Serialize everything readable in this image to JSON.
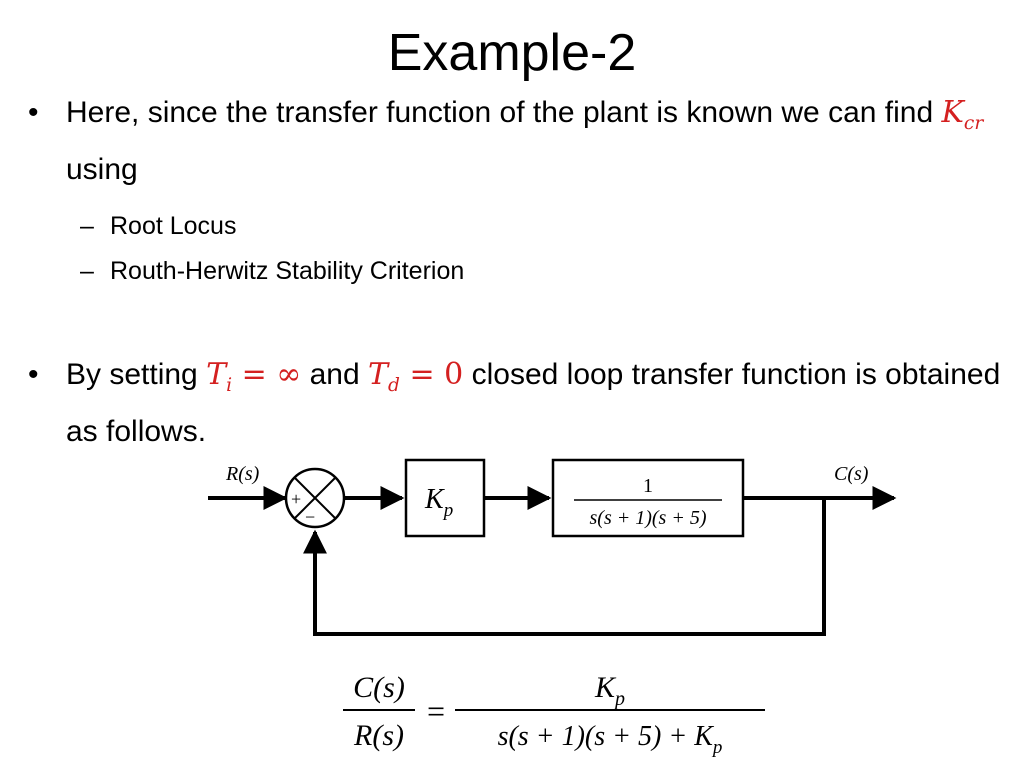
{
  "slide": {
    "title": "Example-2",
    "bullet1": {
      "text_before": "Here, since the transfer function of the plant is known we can find",
      "math_var": "K",
      "math_sub": "cr",
      "text_after": "using"
    },
    "sub_items": [
      "Root Locus",
      "Routh-Herwitz Stability Criterion"
    ],
    "bullet2": {
      "text_a": "By setting",
      "ti_var": "T",
      "ti_sub": "i",
      "ti_val": "= ∞",
      "text_b": "and",
      "td_var": "T",
      "td_sub": "d",
      "td_val": "= 0",
      "text_c": "closed loop transfer function is obtained as follows."
    }
  },
  "diagram": {
    "input_label": "R(s)",
    "output_label": "C(s)",
    "plus_sign": "+",
    "minus_sign": "−",
    "gain_var": "K",
    "gain_sub": "p",
    "plant_numerator": "1",
    "plant_denominator": "s(s + 1)(s + 5)"
  },
  "equation": {
    "lhs_num": "C(s)",
    "lhs_den": "R(s)",
    "equals": "=",
    "rhs_num_var": "K",
    "rhs_num_sub": "p",
    "rhs_den": "s(s + 1)(s + 5) + K",
    "rhs_den_sub": "p"
  },
  "colors": {
    "math_highlight": "#d42020"
  }
}
